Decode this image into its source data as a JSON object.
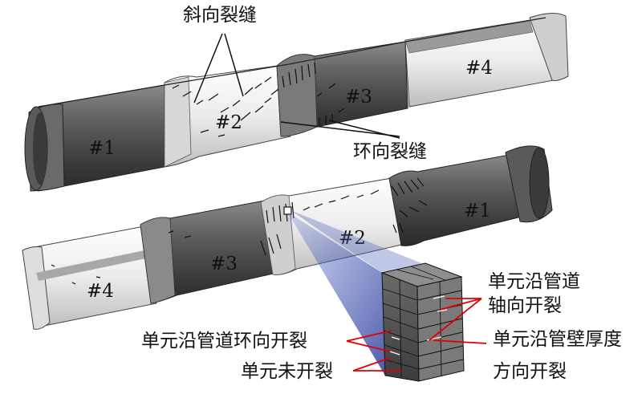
{
  "labels": {
    "oblique_crack": "斜向裂缝",
    "circumferential_crack": "环向裂缝",
    "axial_crack": "单元沿管道轴向开裂",
    "circumferential_element_crack": "单元沿管道环向开裂",
    "uncracked": "单元未开裂",
    "thickness_crack": "单元沿管壁厚度方向开裂"
  },
  "pipe_top": {
    "segments": [
      "#1",
      "#2",
      "#3",
      "#4"
    ]
  },
  "pipe_bottom": {
    "segments": [
      "#1",
      "#2",
      "#3",
      "#4"
    ]
  },
  "colors": {
    "dark_segment": "#4a4a4a",
    "light_segment": "#e6e6e6",
    "leader_line": "#e00000",
    "zoom_cone": "#3c4fa8"
  }
}
